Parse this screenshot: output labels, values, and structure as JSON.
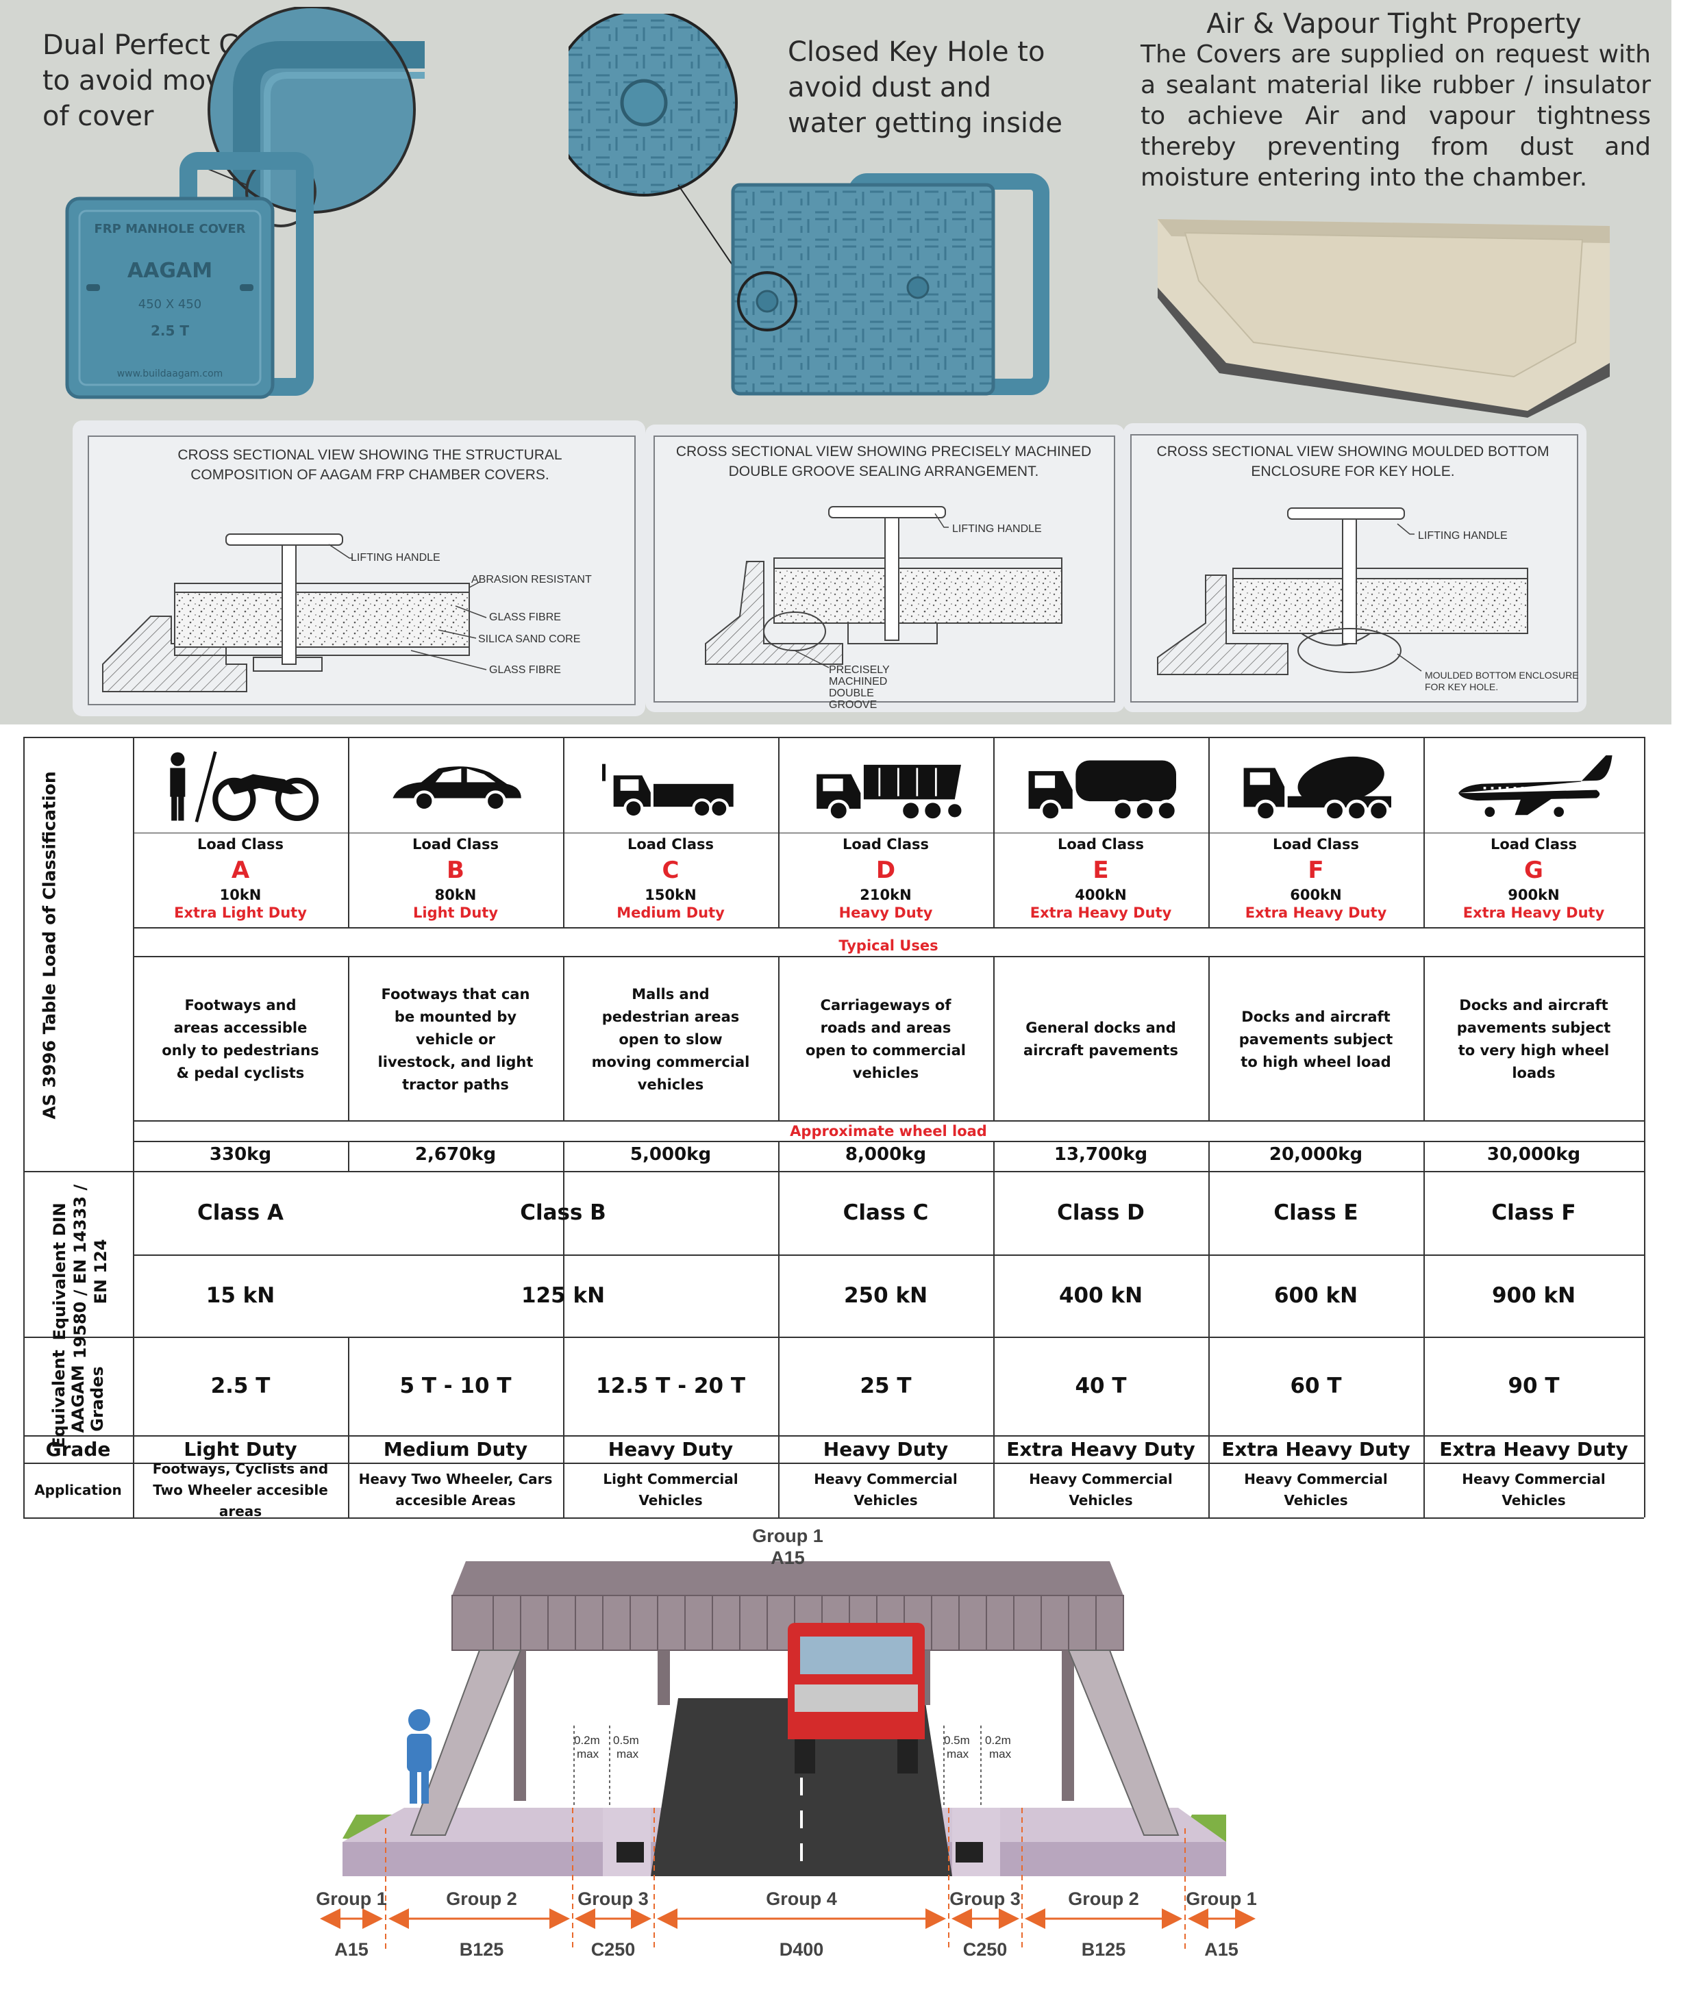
{
  "features": {
    "grooves": "Dual Perfect Grooves to avoid movement of cover",
    "keyhole": "Closed Key Hole to avoid dust and water getting inside",
    "air_title": "Air & Vapour Tight Property",
    "air_text": "The Covers are supplied on request with a sealant material like rubber / insulator to achieve Air and vapour tightness thereby preventing from dust and moisture entering into the chamber."
  },
  "cover_markings": [
    "FRP MANHOLE COVER",
    "AAGAM",
    "450 X 450",
    "2.5 T",
    "www.buildaagam.com"
  ],
  "cross_sections": [
    {
      "title": "CROSS SECTIONAL VIEW SHOWING THE STRUCTURAL COMPOSITION OF AAGAM FRP CHAMBER COVERS.",
      "labels": [
        "LIFTING HANDLE",
        "ABRASION RESISTANT",
        "GLASS FIBRE",
        "SILICA SAND CORE",
        "GLASS FIBRE"
      ]
    },
    {
      "title": "CROSS SECTIONAL VIEW SHOWING PRECISELY MACHINED DOUBLE GROOVE SEALING ARRANGEMENT.",
      "labels": [
        "LIFTING HANDLE",
        "PRECISELY MACHINED DOUBLE GROOVE"
      ]
    },
    {
      "title": "CROSS SECTIONAL VIEW SHOWING MOULDED BOTTOM ENCLOSURE FOR KEY HOLE.",
      "labels": [
        "LIFTING HANDLE",
        "MOULDED BOTTOM ENCLOSURE FOR KEY HOLE."
      ]
    }
  ],
  "table": {
    "side_label_1": "AS 3996 Table Load of Classification",
    "side_label_2": "Equivalent DIN 19580 / EN 14333 / EN 124",
    "side_label_3": "Equivalent AAGAM Grades",
    "load_class_label": "Load Class",
    "typical_uses_label": "Typical Uses",
    "wheel_load_label": "Approximate wheel load",
    "grade_label": "Grade",
    "application_label": "Application",
    "classes": [
      {
        "icon": "pedestrian-motorcycle-icon",
        "letter": "A",
        "kn": "10kN",
        "duty": "Extra Light Duty",
        "use": "Footways and areas accessible only to pedestrians & pedal cyclists",
        "wheel": "330kg",
        "grade": "Light Duty",
        "app": "Footways, Cyclists and Two Wheeler accesible areas"
      },
      {
        "icon": "car-icon",
        "letter": "B",
        "kn": "80kN",
        "duty": "Light Duty",
        "use": "Footways that can be mounted by vehicle or livestock, and light tractor paths",
        "wheel": "2,670kg",
        "grade": "Medium Duty",
        "app": "Heavy Two Wheeler, Cars accesible Areas"
      },
      {
        "icon": "light-truck-icon",
        "letter": "C",
        "kn": "150kN",
        "duty": "Medium Duty",
        "use": "Malls and pedestrian areas open to slow moving commercial vehicles",
        "wheel": "5,000kg",
        "grade": "Heavy Duty",
        "app": "Light Commercial Vehicles"
      },
      {
        "icon": "dump-truck-icon",
        "letter": "D",
        "kn": "210kN",
        "duty": "Heavy Duty",
        "use": "Carriageways of roads and areas open to commercial vehicles",
        "wheel": "8,000kg",
        "grade": "Heavy Duty",
        "app": "Heavy Commercial Vehicles"
      },
      {
        "icon": "tanker-truck-icon",
        "letter": "E",
        "kn": "400kN",
        "duty": "Extra Heavy Duty",
        "use": "General docks and aircraft pavements",
        "wheel": "13,700kg",
        "grade": "Extra Heavy Duty",
        "app": "Heavy Commercial Vehicles"
      },
      {
        "icon": "mixer-truck-icon",
        "letter": "F",
        "kn": "600kN",
        "duty": "Extra Heavy Duty",
        "use": "Docks and aircraft pavements subject to high wheel load",
        "wheel": "20,000kg",
        "grade": "Extra Heavy Duty",
        "app": "Heavy Commercial Vehicles"
      },
      {
        "icon": "airplane-icon",
        "letter": "G",
        "kn": "900kN",
        "duty": "Extra Heavy Duty",
        "use": "Docks and aircraft pavements subject to very high wheel loads",
        "wheel": "30,000kg",
        "grade": "Extra Heavy Duty",
        "app": "Heavy Commercial Vehicles"
      }
    ],
    "din": [
      {
        "cls": "Class A",
        "kn": "15 kN"
      },
      {
        "cls": "Class B",
        "kn": "125 kN"
      },
      {
        "cls": "Class C",
        "kn": "250 kN"
      },
      {
        "cls": "Class D",
        "kn": "400 kN"
      },
      {
        "cls": "Class E",
        "kn": "600 kN"
      },
      {
        "cls": "Class F",
        "kn": "900 kN"
      }
    ],
    "aagam": [
      "2.5 T",
      "5 T - 10 T",
      "12.5 T - 20 T",
      "25 T",
      "40 T",
      "60 T",
      "90 T"
    ]
  },
  "diagram": {
    "top_group": "Group 1",
    "top_value": "A15",
    "clearances_left": [
      "0.2m",
      "0.5m",
      "max",
      "max"
    ],
    "clearances_right": [
      "0.5m",
      "0.2m",
      "max",
      "max"
    ],
    "groups": [
      {
        "name": "Group 1",
        "value": "A15"
      },
      {
        "name": "Group 2",
        "value": "B125"
      },
      {
        "name": "Group 3",
        "value": "C250"
      },
      {
        "name": "Group 4",
        "value": "D400"
      },
      {
        "name": "Group 3",
        "value": "C250"
      },
      {
        "name": "Group 2",
        "value": "B125"
      },
      {
        "name": "Group 1",
        "value": "A15"
      }
    ]
  },
  "colors": {
    "accent_red": "#e2262b",
    "cover_blue": "#4f8fa8",
    "band_grey": "#d3d6d1",
    "arrow_orange": "#e8692c"
  }
}
